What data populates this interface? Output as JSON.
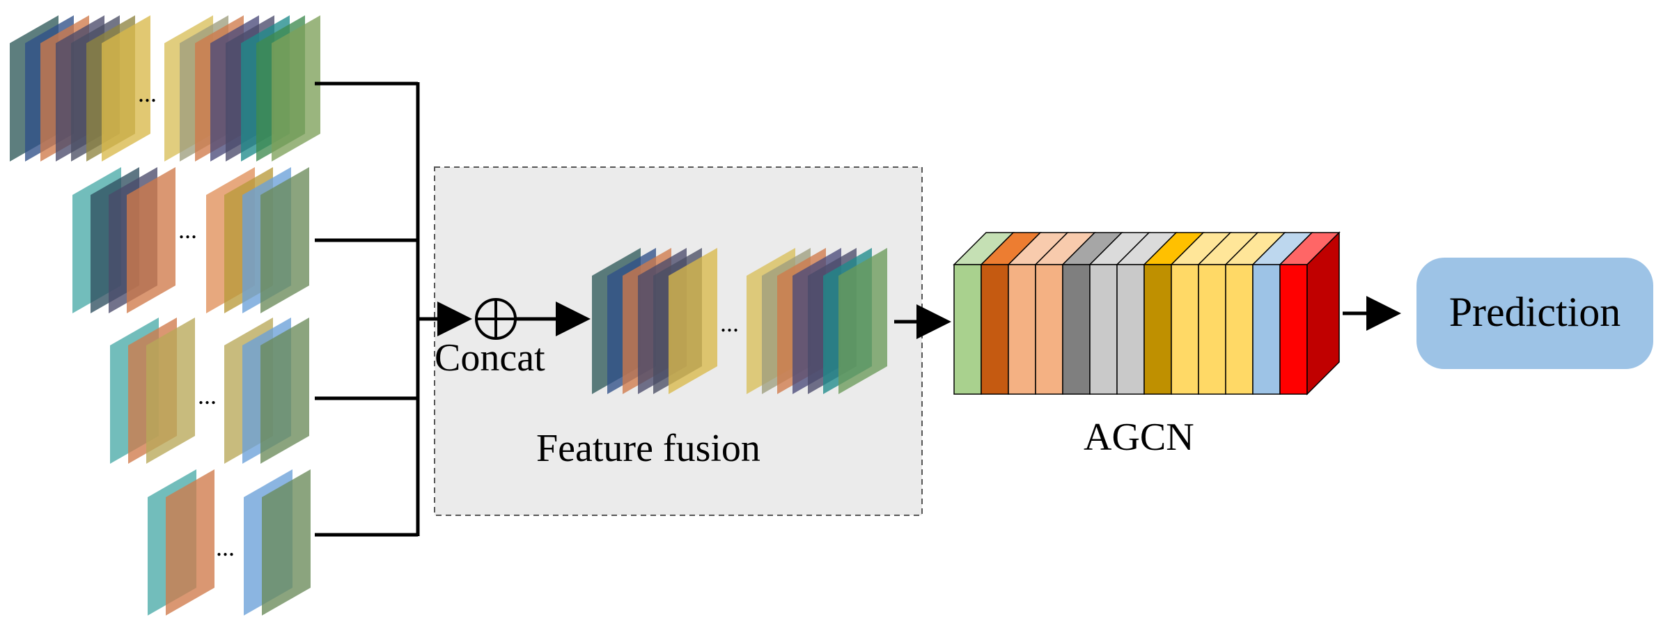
{
  "labels": {
    "concat": "Concat",
    "feature_fusion": "Feature fusion",
    "agcn": "AGCN",
    "prediction": "Prediction",
    "ellipsis": "..."
  },
  "colors": {
    "fusion_box_fill": "#ebebeb",
    "prediction_fill": "#9dc3e6",
    "line": "#000000"
  },
  "feature_stack_colors": {
    "row1_left": [
      "#2f5a5a",
      "#2f4f88",
      "#cf7a4a",
      "#4a4a6a",
      "#4a4e64",
      "#8e8440",
      "#d8b84a"
    ],
    "row1_right": [
      "#d8bf5a",
      "#9e9e7e",
      "#cf7a4a",
      "#4a4a7a",
      "#4a4a6a",
      "#1f8a8a",
      "#3f8a4f",
      "#7ea05a"
    ],
    "row2_left": [
      "#4aaaa8",
      "#2f4f60",
      "#4a4a6a",
      "#cf7a4a"
    ],
    "row2_right": [
      "#e0905a",
      "#b89a3a",
      "#6aa0d8",
      "#6a8a5a"
    ],
    "row3_left": [
      "#4aaaa8",
      "#cf7a4a",
      "#b8a858"
    ],
    "row3_right": [
      "#b8a858",
      "#6aa0d8",
      "#6a8a5a"
    ],
    "row4_left": [
      "#4aaaa8",
      "#cf7a4a"
    ],
    "row4_right": [
      "#6aa0d8",
      "#6a8a5a"
    ],
    "fusion_left": [
      "#2f5a5a",
      "#2f4f88",
      "#cf7a4a",
      "#4a4a6a",
      "#4a4e64",
      "#d8b84a"
    ],
    "fusion_right": [
      "#d8bf5a",
      "#9e9e7e",
      "#cf7a4a",
      "#4a4a7a",
      "#4a4a6a",
      "#1f8a8a",
      "#6a9a5a"
    ]
  },
  "agcn_blocks": [
    {
      "front": "#a9d18e",
      "top": "#c5e0b4",
      "side": "#70ad47"
    },
    {
      "front": "#c55a11",
      "top": "#ed7d31",
      "side": "#c55a11"
    },
    {
      "front": "#f4b183",
      "top": "#f8cbad",
      "side": "#f4b183"
    },
    {
      "front": "#f4b183",
      "top": "#f8cbad",
      "side": "#f4b183"
    },
    {
      "front": "#7f7f7f",
      "top": "#a6a6a6",
      "side": "#7f7f7f"
    },
    {
      "front": "#c9c9c9",
      "top": "#dbdbdb",
      "side": "#c9c9c9"
    },
    {
      "front": "#c9c9c9",
      "top": "#dbdbdb",
      "side": "#c9c9c9"
    },
    {
      "front": "#bf9000",
      "top": "#ffc000",
      "side": "#bf9000"
    },
    {
      "front": "#ffd966",
      "top": "#ffe699",
      "side": "#ffd966"
    },
    {
      "front": "#ffd966",
      "top": "#ffe699",
      "side": "#ffd966"
    },
    {
      "front": "#ffd966",
      "top": "#ffe699",
      "side": "#ffd966"
    },
    {
      "front": "#9dc3e6",
      "top": "#bdd7ee",
      "side": "#9dc3e6"
    },
    {
      "front": "#ff0000",
      "top": "#ff6666",
      "side": "#c00000"
    }
  ]
}
